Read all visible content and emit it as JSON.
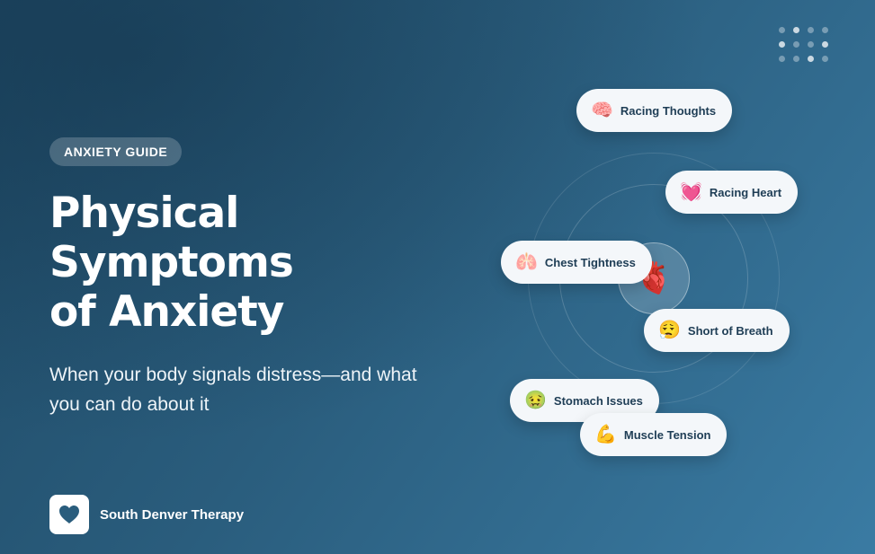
{
  "badge": "ANXIETY GUIDE",
  "title": [
    "Physical",
    "Symptoms",
    "of Anxiety"
  ],
  "subtitle": "When your body signals distress—and what you can do about it",
  "brand": {
    "name": "South Denver Therapy",
    "logo_icon": "heart-icon"
  },
  "center_icon": "anatomical-heart-icon",
  "symptoms": [
    {
      "label": "Racing Thoughts",
      "icon": "brain-icon",
      "emoji": "🧠"
    },
    {
      "label": "Racing Heart",
      "icon": "heart-icon",
      "emoji": "💓"
    },
    {
      "label": "Chest Tightness",
      "icon": "lungs-icon",
      "emoji": "🫁"
    },
    {
      "label": "Short of Breath",
      "icon": "tired-face-icon",
      "emoji": "😮‍💨"
    },
    {
      "label": "Stomach Issues",
      "icon": "nauseated-face-icon",
      "emoji": "🤢"
    },
    {
      "label": "Muscle Tension",
      "icon": "flexed-bicep-icon",
      "emoji": "💪"
    }
  ],
  "center_emoji": "🫀",
  "colors": {
    "background_start": "#1f4a66",
    "background_end": "#3a7ba3",
    "pill_text": "#1e3d55",
    "logo_heart": "#2a5d7d"
  }
}
